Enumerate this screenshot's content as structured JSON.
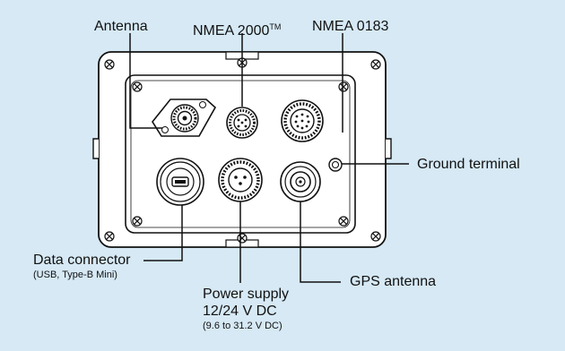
{
  "labels": {
    "antenna": "Antenna",
    "nmea2000": "NMEA 2000",
    "nmea2000_tm": "TM",
    "nmea0183": "NMEA 0183",
    "ground_terminal": "Ground terminal",
    "data_connector": "Data connector",
    "data_connector_note": "(USB, Type-B Mini)",
    "power_supply": "Power supply",
    "power_voltage": "12/24 V DC",
    "power_range": "(9.6 to 31.2 V DC)",
    "gps_antenna": "GPS antenna"
  },
  "colors": {
    "background": "#d6e9f5",
    "panel": "#ffffff",
    "stroke": "#111111"
  }
}
